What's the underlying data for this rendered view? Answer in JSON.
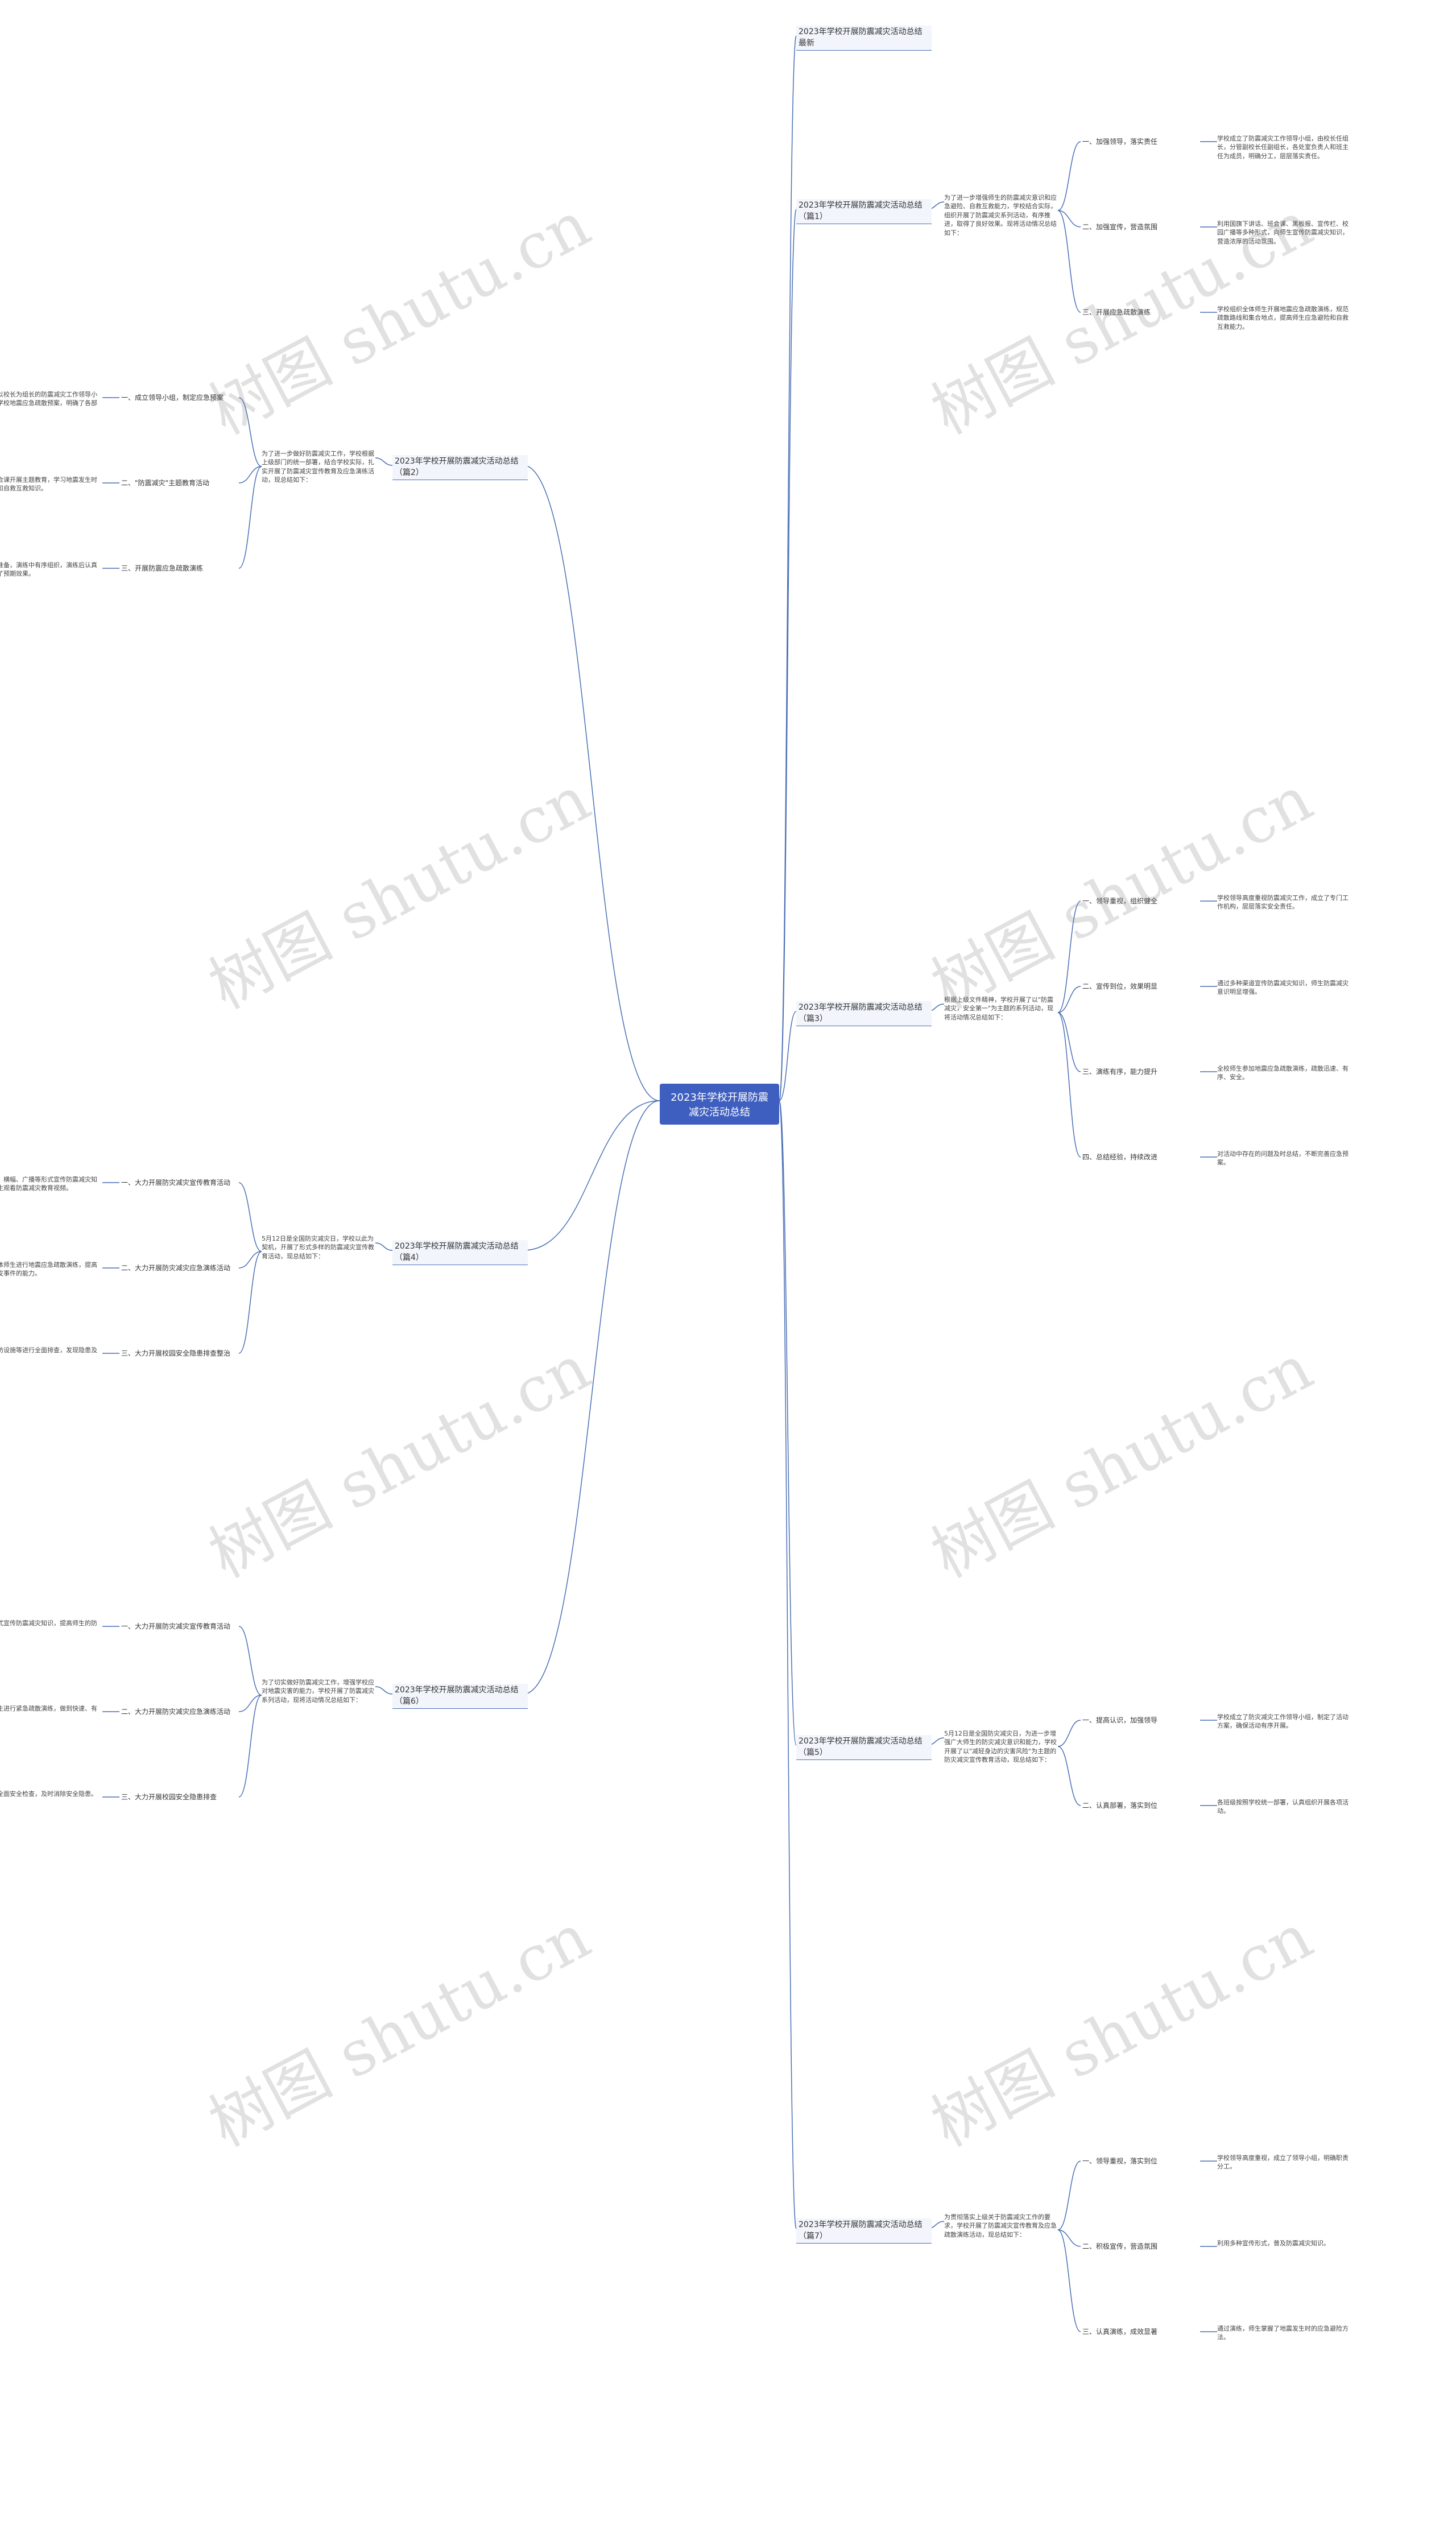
{
  "root": "2023年学校开展防震减灾活动总结",
  "watermark": "树图 shutu.cn",
  "colors": {
    "root": "#3f5fc0",
    "link": "#4a6fb5"
  },
  "articles": [
    {
      "title": "2023年学校开展防震减灾活动总结\n最新"
    },
    {
      "title": "2023年学校开展防震减灾活动总结\n（篇1）",
      "intro": "为了进一步增强师生的防震减灾意识和应急避险、自救互救能力，学校结合实际，组织开展了防震减灾系列活动，有序推进，取得了良好效果。现将活动情况总结如下：",
      "sections": [
        {
          "label": "一、加强领导，落实责任",
          "text": "学校成立了防震减灾工作领导小组，由校长任组长，分管副校长任副组长，各处室负责人和班主任为成员，明确分工，层层落实责任。"
        },
        {
          "label": "二、加强宣传，营造氛围",
          "text": "利用国旗下讲话、班会课、黑板报、宣传栏、校园广播等多种形式，向师生宣传防震减灾知识，营造浓厚的活动氛围。"
        },
        {
          "label": "三、开展应急疏散演练",
          "text": "学校组织全体师生开展地震应急疏散演练，规范疏散路线和集合地点，提高师生应急避险和自救互救能力。"
        }
      ]
    },
    {
      "title": "2023年学校开展防震减灾活动总结\n（篇2）",
      "intro": "为了进一步做好防震减灾工作，学校根据上级部门的统一部署，结合学校实际，扎实开展了防震减灾宣传教育及应急演练活动，现总结如下：",
      "sections": [
        {
          "label": "一、成立领导小组，制定应急预案",
          "text": "学校成立了以校长为组长的防震减灾工作领导小组，制定了学校地震应急疏散预案，明确了各部门职责。"
        },
        {
          "label": "二、\"防震减灾\"主题教育活动",
          "text": "各班利用班会课开展主题教育，学习地震发生时的避险方法和自救互救知识。"
        },
        {
          "label": "三、开展防震应急疏散演练",
          "text": "演练前精心准备，演练中有序组织，演练后认真总结，达到了预期效果。"
        }
      ]
    },
    {
      "title": "2023年学校开展防震减灾活动总结\n（篇3）",
      "intro": "根据上级文件精神，学校开展了以\"防震减灾，安全第一\"为主题的系列活动，现将活动情况总结如下：",
      "sections": [
        {
          "label": "一、领导重视，组织健全",
          "text": "学校领导高度重视防震减灾工作，成立了专门工作机构，层层落实安全责任。"
        },
        {
          "label": "二、宣传到位，效果明显",
          "text": "通过多种渠道宣传防震减灾知识，师生防震减灾意识明显增强。"
        },
        {
          "label": "三、演练有序，能力提升",
          "text": "全校师生参加地震应急疏散演练，疏散迅速、有序、安全。"
        },
        {
          "label": "四、总结经验，持续改进",
          "text": "对活动中存在的问题及时总结，不断完善应急预案。"
        }
      ]
    },
    {
      "title": "2023年学校开展防震减灾活动总结\n（篇4）",
      "intro": "5月12日是全国防灾减灾日，学校以此为契机，开展了形式多样的防震减灾宣传教育活动，现总结如下：",
      "sections": [
        {
          "label": "一、大力开展防灾减灾宣传教育活动",
          "text": "利用宣传栏、横幅、广播等形式宣传防震减灾知识，组织学生观看防震减灾教育视频。"
        },
        {
          "label": "二、大力开展防灾减灾应急演练活动",
          "text": "学校组织全体师生进行地震应急疏散演练，提高师生应对突发事件的能力。"
        },
        {
          "label": "三、大力开展校园安全隐患排查整治",
          "text": "对校舍、消防设施等进行全面排查，发现隐患及时整改。"
        }
      ]
    },
    {
      "title": "2023年学校开展防震减灾活动总结\n（篇5）",
      "intro": "5月12日是全国防灾减灾日，为进一步增强广大师生的防灾减灾意识和能力，学校开展了以\"减轻身边的灾害风险\"为主题的防灾减灾宣传教育活动，现总结如下：",
      "sections": [
        {
          "label": "一、提高认识，加强领导",
          "text": "学校成立了防灾减灾工作领导小组，制定了活动方案，确保活动有序开展。"
        },
        {
          "label": "二、认真部署，落实到位",
          "text": "各班级按照学校统一部署，认真组织开展各项活动。"
        }
      ]
    },
    {
      "title": "2023年学校开展防震减灾活动总结\n（篇6）",
      "intro": "为了切实做好防震减灾工作，增强学校应对地震灾害的能力，学校开展了防震减灾系列活动，现将活动情况总结如下：",
      "sections": [
        {
          "label": "一、大力开展防灾减灾宣传教育活动",
          "text": "通过多种形式宣传防震减灾知识，提高师生的防灾意识。"
        },
        {
          "label": "二、大力开展防灾减灾应急演练活动",
          "text": "组织全校师生进行紧急疏散演练，做到快速、有序、安全。"
        },
        {
          "label": "三、大力开展校园安全隐患排查",
          "text": "对校园进行全面安全检查，及时消除安全隐患。"
        }
      ]
    },
    {
      "title": "2023年学校开展防震减灾活动总结\n（篇7）",
      "intro": "为贯彻落实上级关于防震减灾工作的要求，学校开展了防震减灾宣传教育及应急疏散演练活动，现总结如下：",
      "sections": [
        {
          "label": "一、领导重视，落实到位",
          "text": "学校领导高度重视，成立了领导小组，明确职责分工。"
        },
        {
          "label": "二、积极宣传，营造氛围",
          "text": "利用多种宣传形式，普及防震减灾知识。"
        },
        {
          "label": "三、认真演练，成效显著",
          "text": "通过演练，师生掌握了地震发生时的应急避险方法。"
        }
      ]
    }
  ]
}
